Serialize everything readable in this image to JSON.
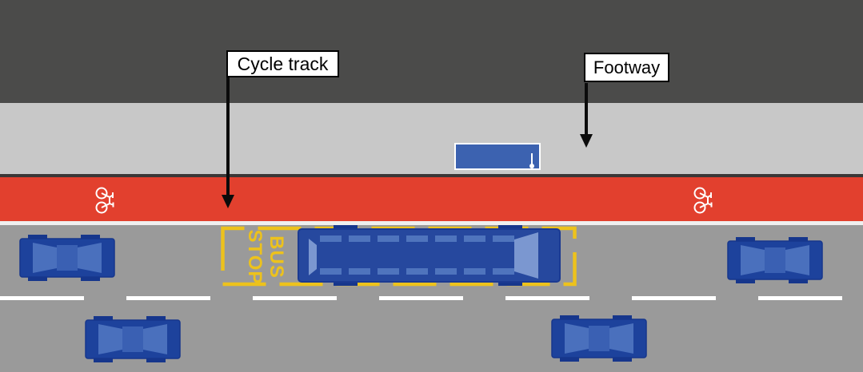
{
  "diagram": {
    "labels": {
      "cycle_track": "Cycle track",
      "footway": "Footway"
    },
    "bus_stop_marking": {
      "line1": "BUS",
      "line2": "STOP"
    },
    "icons": {
      "bicycle_markings": "bicycle-icon",
      "label_pointers": "arrow-down-icon",
      "shelter_pole": "bus-stop-pole-icon"
    },
    "vehicles": {
      "cars_visible": 4,
      "buses_visible": 1,
      "bus_shelters_visible": 1
    },
    "colors": {
      "building_strip": "#4b4b4a",
      "footway": "#c8c8c8",
      "kerb_line": "#3b3737",
      "cycle_track_red": "#e2402e",
      "track_edge_line": "#efefef",
      "carriageway": "#9a9a9a",
      "marking_yellow": "#edc21c",
      "vehicle_blue": "#1d429c",
      "vehicle_window_blue": "#4a70bd",
      "lane_line_white": "#ffffff"
    }
  }
}
